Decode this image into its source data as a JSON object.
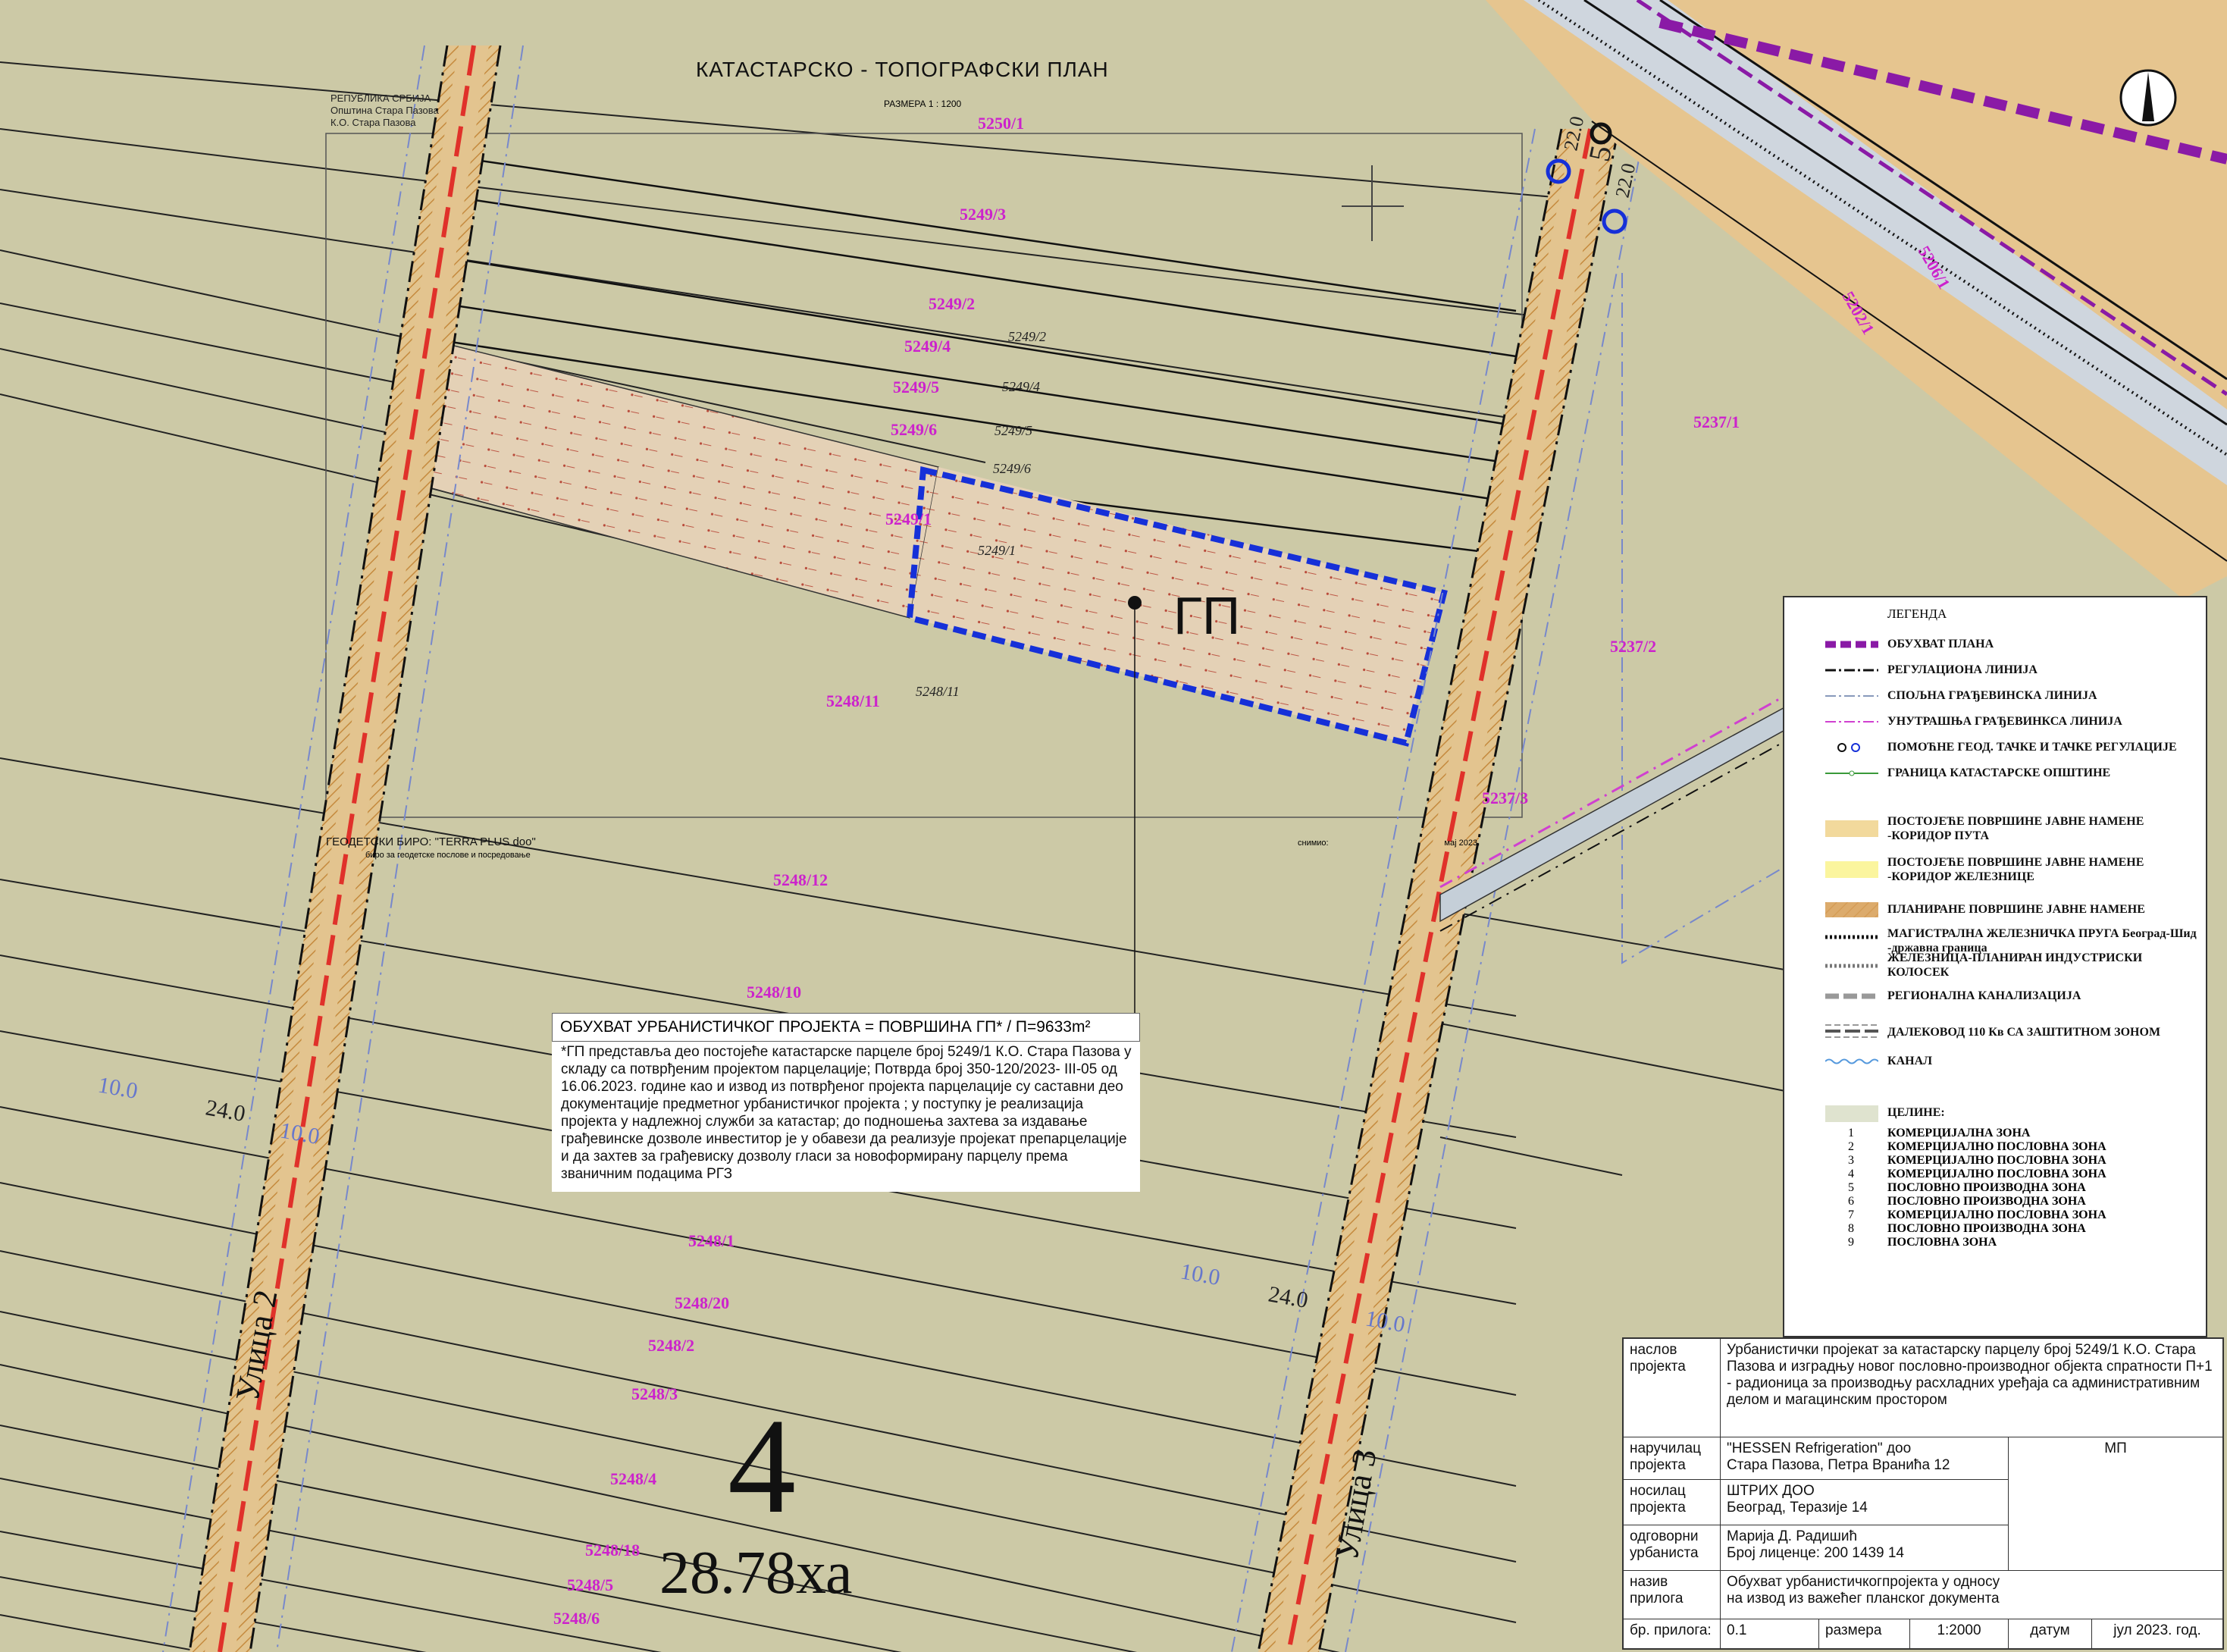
{
  "plan": {
    "title": "КАТАСТАРСКО - ТОПОГРАФСКИ  ПЛАН",
    "scale": "РАЗМЕРА 1 : 1200",
    "republic_lines": [
      "РЕПУБЛИКА СРБИЈА",
      "Општина Стара Пазова",
      "К.О. Стара Пазова"
    ],
    "geo_biro": "ГЕОДЕТСКИ БИРО:  \"TERRA  PLUS doo\"",
    "geo_biro_sub": "биро за геодетске послове и посредовање",
    "snimio": "снимио:",
    "snimio_date": "мај 2023."
  },
  "parcels": {
    "p5250_1": "5250/1",
    "p5249_3": "5249/3",
    "p5249_2": "5249/2",
    "p5249_4": "5249/4",
    "p5249_5": "5249/5",
    "p5249_6": "5249/6",
    "p5249_1": "5249/1",
    "p5248_11": "5248/11",
    "p5248_12": "5248/12",
    "p5248_10": "5248/10",
    "p5248_1": "5248/1",
    "p5248_20": "5248/20",
    "p5248_2": "5248/2",
    "p5248_3": "5248/3",
    "p5248_4": "5248/4",
    "p5248_18": "5248/18",
    "p5248_5": "5248/5",
    "p5248_6": "5248/6",
    "p5237_1": "5237/1",
    "p5237_2": "5237/2",
    "p5237_3": "5237/3",
    "p5202_1": "5202/1",
    "p5206_1": "5206/1"
  },
  "inner_labels": {
    "l5249_2": "5249/2",
    "l5249_4": "5249/4",
    "l5249_5": "5249/5",
    "l5249_6": "5249/6",
    "l5249_1": "5249/1",
    "l5248_11": "5248/11"
  },
  "dims": {
    "d10_left": "10.0",
    "d10_left2": "10.0",
    "d24_left": "24.0",
    "d10_right": "10.0",
    "d10_right2": "10.0",
    "d24_right": "24.0",
    "d22_a": "22.0",
    "d22_b": "22.0",
    "d5": "5"
  },
  "streets": {
    "street2": "Улица 2",
    "street3": "Улица 3"
  },
  "zone_block": {
    "number": "4",
    "area": "28.78ха"
  },
  "gp_label": "ГП",
  "note": {
    "header": "ОБУХВАТ УРБАНИСТИЧКОГ ПРОЈЕКТА  = ПОВРШИНА ГП* / П=9633m²",
    "body": "*ГП представља део постојеће катастарске парцеле број 5249/1  К.О. Стара Пазова у складу са потврђеним пројектом парцелације; Потврда број 350-120/2023-  III-05 од 16.06.2023. године као и извод из потврђеног пројекта парцелације су саставни део документације предметног урбанистичког пројекта ; у поступку је реализација пројекта у надлежној служби за катастар; до подношења захтева за издавање грађевинске дозволе инвеститор је у обавези да реализује пројекат препарцелације и да захтев за грађевиску дозволу гласи за новоформирану парцелу према званичним подацима РГЗ"
  },
  "legend": {
    "title": "ЛЕГЕНДА",
    "items": [
      {
        "label": "ОБУХВАТ ПЛАНА",
        "symbol": "purple-dashed-thick"
      },
      {
        "label": "РЕГУЛАЦИОНА ЛИНИЈА",
        "symbol": "black-dashdot"
      },
      {
        "label": "СПОЉНА ГРАЂЕВИНСКА ЛИНИЈА",
        "symbol": "grey-dashdot"
      },
      {
        "label": "УНУТРАШЊА ГРАЂЕВИНКСА ЛИНИЈА",
        "symbol": "magenta-dashdot"
      },
      {
        "label": "ПОМОЋНЕ ГЕОД. ТАЧКЕ  И  ТАЧКЕ РЕГУЛАЦИЈЕ",
        "symbol": "two-circles"
      },
      {
        "label": "ГРАНИЦА КАТАСТАРСКЕ ОПШТИНЕ",
        "symbol": "green-line-dots"
      },
      {
        "label": "ПОСТОЈЕЋЕ ПОВРШИНЕ ЈАВНЕ НАМЕНЕ\n-КОРИДОР  ПУТА",
        "symbol": "beige-fill"
      },
      {
        "label": "ПОСТОЈЕЋЕ ПОВРШИНЕ ЈАВНЕ НАМЕНЕ\n-КОРИДОР  ЖЕЛЕЗНИЦЕ",
        "symbol": "yellow-fill"
      },
      {
        "label": "ПЛАНИРАНЕ ПОВРШИНЕ ЈАВНЕ НАМЕНЕ",
        "symbol": "hatched-orange"
      },
      {
        "label": "МАГИСТРАЛНА ЖЕЛЕЗНИЧКА ПРУГА  Београд-Шид\n-државна граница",
        "symbol": "railway-black"
      },
      {
        "label": "ЖЕЛЕЗНИЦА-ПЛАНИРАН ИНДУСТРИСКИ КОЛОСЕК",
        "symbol": "railway-grey"
      },
      {
        "label": "РЕГИОНАЛНА КАНАЛИЗАЦИЈА",
        "symbol": "grey-thick-dashed"
      },
      {
        "label": "ДАЛЕКОВОД  110 Кв СА ЗАШТИТНОМ  ЗОНОМ",
        "symbol": "power-line"
      },
      {
        "label": "КАНАЛ",
        "symbol": "blue-wavy"
      }
    ],
    "zones_title": "ЦЕЛИНЕ:",
    "zones": [
      {
        "n": "1",
        "label": "КОМЕРЦИЈАЛНА ЗОНА"
      },
      {
        "n": "2",
        "label": "КОМЕРЦИЈАЛНО ПОСЛОВНА ЗОНА"
      },
      {
        "n": "3",
        "label": "КОМЕРЦИЈАЛНО ПОСЛОВНА ЗОНА"
      },
      {
        "n": "4",
        "label": "КОМЕРЦИЈАЛНО ПОСЛОВНА ЗОНА"
      },
      {
        "n": "5",
        "label": "ПОСЛОВНО ПРОИЗВОДНА ЗОНА"
      },
      {
        "n": "6",
        "label": "ПОСЛОВНО ПРОИЗВОДНА ЗОНА"
      },
      {
        "n": "7",
        "label": "КОМЕРЦИЈАЛНО ПОСЛОВНА ЗОНА"
      },
      {
        "n": "8",
        "label": "ПОСЛОВНО ПРОИЗВОДНА ЗОНА"
      },
      {
        "n": "9",
        "label": "ПОСЛОВНА ЗОНА"
      }
    ]
  },
  "titleblock": {
    "naslov_label": "наслов\nпројекта",
    "naslov_value": "Урбанистички пројекат за катастарску парцелу број 5249/1 К.О. Стара Пазова и изградњу новог пословно-производног објекта спратности П+1 - радионица за производњу расхладних уређаја са административним делом и магацинским простором",
    "narucilac_label": "наручилац\nпројекта",
    "narucilac_value": "\"HESSEN Refrigeration\" доо\nСтара Пазова, Петра Вранића 12",
    "mp": "МП",
    "nosilac_label": "носилац\nпројекта",
    "nosilac_value": "ШТРИХ ДОО\nБеоград, Теразије 14",
    "urbanista_label": "одговорни\nурбаниста",
    "urbanista_value": "Марија Д. Радишић\nБрој лиценце: 200 1439 14",
    "prilog_label": "назив\nприлога",
    "prilog_value": "Обухват урбанистичкогпројекта у односу\nна извод из важећег планског документа",
    "br_label": "бр. прилога:",
    "br_value": "0.1",
    "razmera_label": "размера",
    "razmera_value": "1:2000",
    "datum_label": "датум",
    "datum_value": "јул 2023. год."
  },
  "colors": {
    "background": "#ccc9a6",
    "road_corridor": "#e3c48f",
    "plan_boundary": "#8a1aa6",
    "gp_outline": "#1630d8",
    "regulation_red": "#e0312a",
    "parcel_label": "#d020d0"
  }
}
